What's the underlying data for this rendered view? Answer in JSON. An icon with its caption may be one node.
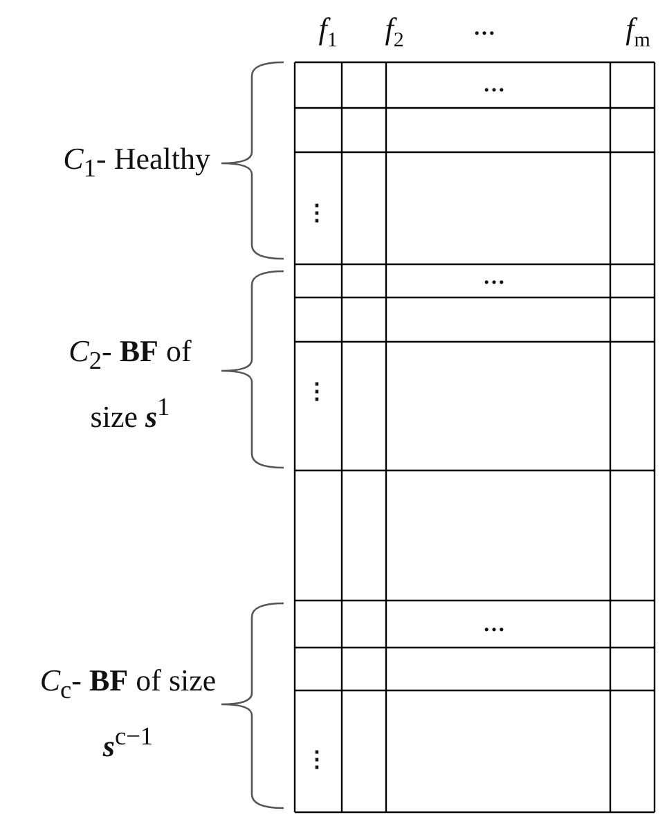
{
  "diagram": {
    "labels": [
      "*f*$_{1}$",
      "*f*$_{2}$",
      "…",
      "*f*$_{m}$",
      "…",
      "*C*$_{1}$- Healthy",
      "⋮",
      "…",
      "*C*$_{2}$- **BF** of size **s**$^{1}$",
      "⋮",
      "…",
      "*C*$_{c}$- **BF** of size **s**$^{c−1}$",
      "⋮"
    ]
  }
}
